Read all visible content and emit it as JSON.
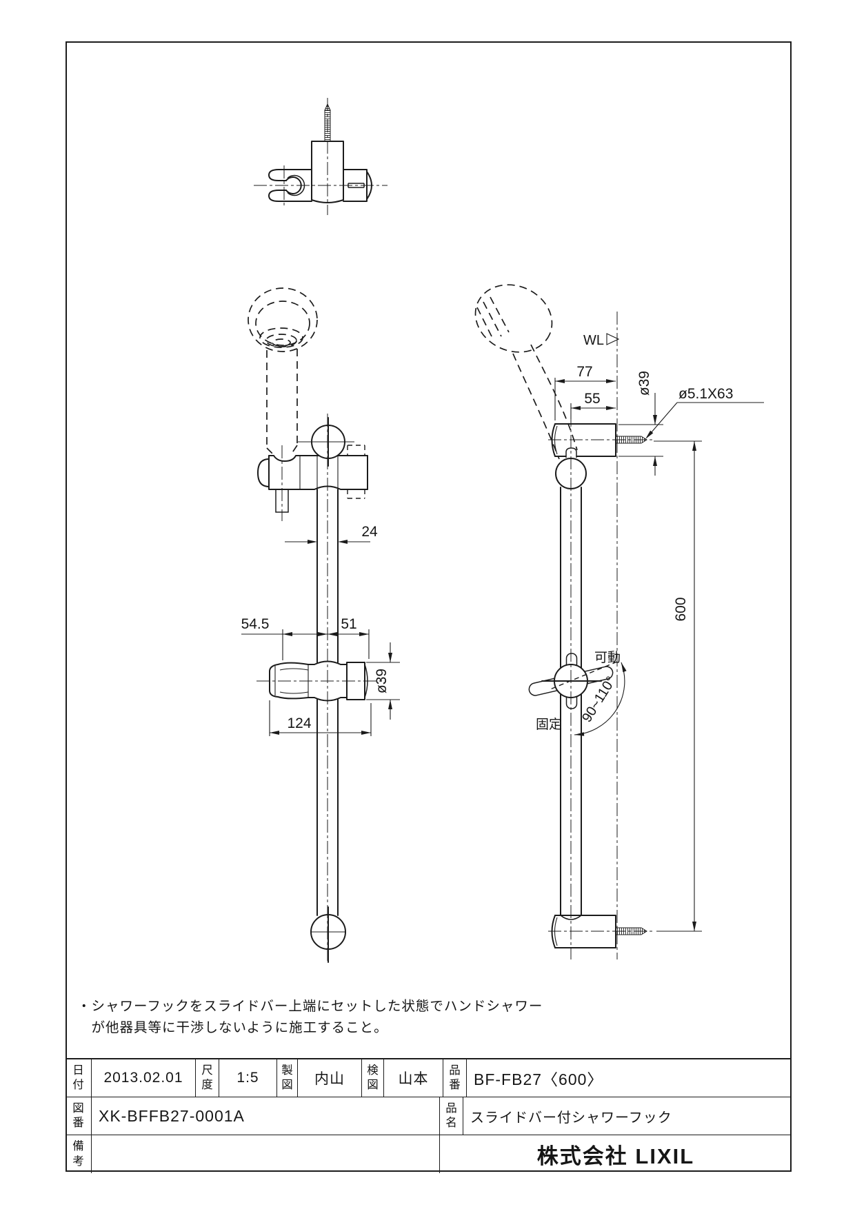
{
  "drawing": {
    "notes": [
      "・シャワーフックをスライドバー上端にセットした状態でハンドシャワー",
      "　が他器具等に干渉しないように施工すること。"
    ],
    "dims": {
      "bar_width": "24",
      "hook_left": "54.5",
      "hook_right": "51",
      "hook_overall": "124",
      "hook_knob_dia": "ø39",
      "top_offset": "77",
      "hook_offset": "55",
      "bracket_dia": "ø39",
      "screw_spec": "ø5.1X63",
      "bar_length": "600",
      "wall_line": "WL",
      "movable_label": "可動",
      "fixed_label": "固定",
      "swing_angle": "90~110°"
    }
  },
  "title_block": {
    "date_label": "日付",
    "date_value": "2013.02.01",
    "scale_label": "尺度",
    "scale_value": "1:5",
    "drafter_label": "製図",
    "drafter_value": "内山",
    "checker_label": "検図",
    "checker_value": "山本",
    "part_no_label": "品番",
    "part_no_value": "BF-FB27〈600〉",
    "drawing_no_label": "図番",
    "drawing_no_value": "XK-BFFB27-0001A",
    "part_name_label": "品名",
    "part_name_value": "スライドバー付シャワーフック",
    "remarks_label": "備考",
    "remarks_value": "",
    "company": "株式会社 LIXIL"
  },
  "colors": {
    "line": "#1b1b1b",
    "background": "#ffffff"
  }
}
